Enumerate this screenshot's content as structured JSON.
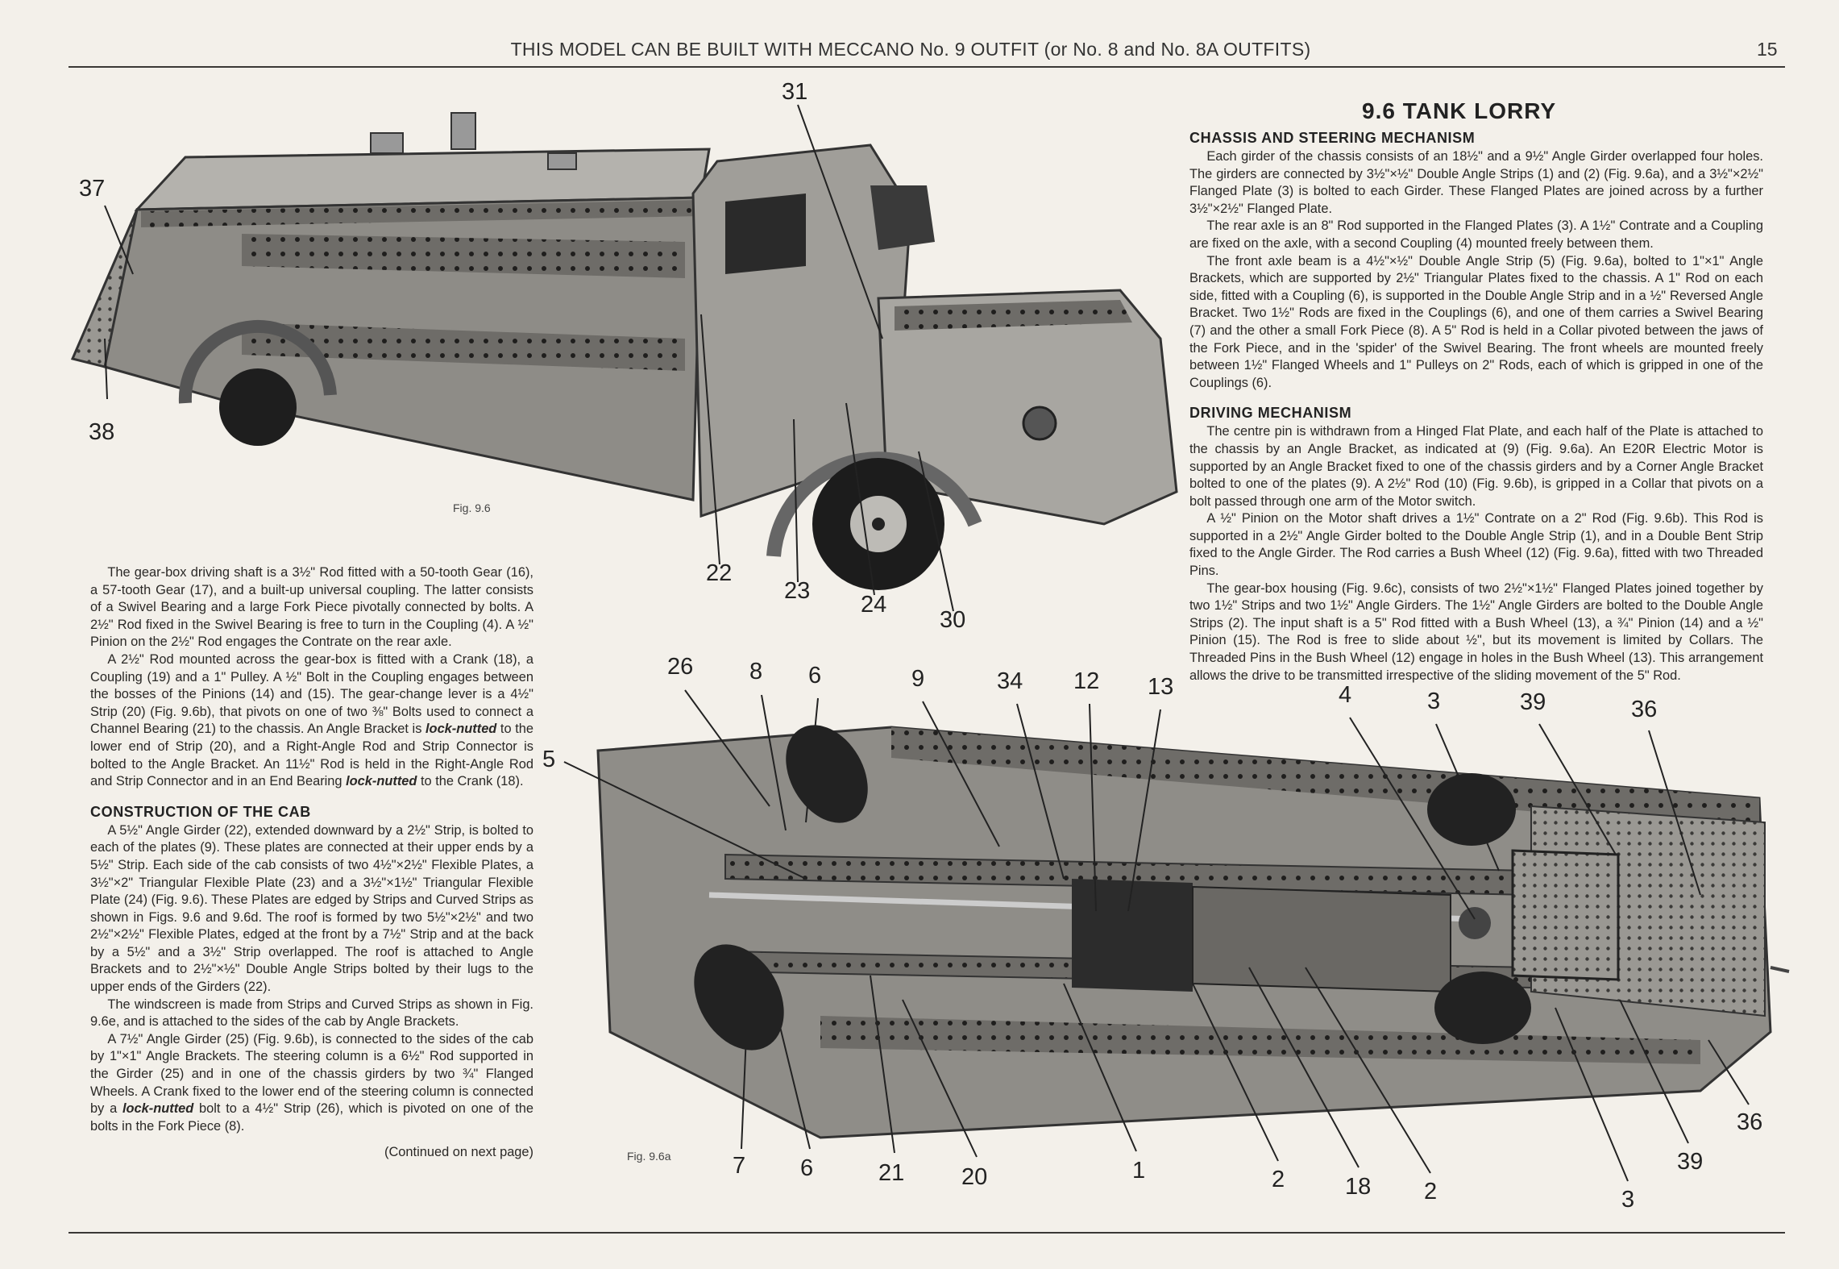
{
  "header": {
    "text": "THIS MODEL CAN BE BUILT WITH MECCANO No. 9 OUTFIT (or No. 8 and No. 8A OUTFITS)",
    "page_number": "15"
  },
  "title": "9.6  TANK LORRY",
  "right": {
    "h1": "CHASSIS AND STEERING MECHANISM",
    "p1": "Each girder of the chassis consists of an 18½\" and a 9½\" Angle Girder overlapped four holes. The girders are connected by 3½\"×½\" Double Angle Strips (1) and (2) (Fig. 9.6a), and a 3½\"×2½\" Flanged Plate (3) is bolted to each Girder. These Flanged Plates are joined across by a further 3½\"×2½\" Flanged Plate.",
    "p2": "The rear axle is an 8\" Rod supported in the Flanged Plates (3). A 1½\" Contrate and a Coupling are fixed on the axle, with a second Coupling (4) mounted freely between them.",
    "p3": "The front axle beam is a 4½\"×½\" Double Angle Strip (5) (Fig. 9.6a), bolted to 1\"×1\" Angle Brackets, which are supported by 2½\" Triangular Plates fixed to the chassis. A 1\" Rod on each side, fitted with a Coupling (6), is supported in the Double Angle Strip and in a ½\" Reversed Angle Bracket. Two 1½\" Rods are fixed in the Couplings (6), and one of them carries a Swivel Bearing (7) and the other a small Fork Piece (8). A 5\" Rod is held in a Collar pivoted between the jaws of the Fork Piece, and in the 'spider' of the Swivel Bearing. The front wheels are mounted freely between 1½\" Flanged Wheels and 1\" Pulleys on 2\" Rods, each of which is gripped in one of the Couplings (6).",
    "h2": "DRIVING MECHANISM",
    "p4": "The centre pin is withdrawn from a Hinged Flat Plate, and each half of the Plate is attached to the chassis by an Angle Bracket, as indicated at (9) (Fig. 9.6a). An E20R Electric Motor is supported by an Angle Bracket fixed to one of the chassis girders and by a Corner Angle Bracket bolted to one of the plates (9). A 2½\" Rod (10) (Fig. 9.6b), is gripped in a Collar that pivots on a bolt passed through one arm of the Motor switch.",
    "p5": "A ½\" Pinion on the Motor shaft drives a 1½\" Contrate on a 2\" Rod (Fig. 9.6b). This Rod is supported in a 2½\" Angle Girder bolted to the Double Angle Strip (1), and in a Double Bent Strip fixed to the Angle Girder. The Rod carries a Bush Wheel (12) (Fig. 9.6a), fitted with two Threaded Pins.",
    "p6": "The gear-box housing (Fig. 9.6c), consists of two 2½\"×1½\" Flanged Plates joined together by two 1½\" Strips and two 1½\" Angle Girders. The 1½\" Angle Girders are bolted to the Double Angle Strips (2). The input shaft is a 5\" Rod fitted with a Bush Wheel (13), a ¾\" Pinion (14) and a ½\" Pinion (15). The Rod is free to slide about ½\", but its movement is limited by Collars. The Threaded Pins in the Bush Wheel (12) engage in holes in the Bush Wheel (13). This arrangement allows the drive to be transmitted irrespective of the sliding movement of the 5\" Rod."
  },
  "left": {
    "p1": "The gear-box driving shaft is a 3½\" Rod fitted with a 50-tooth Gear (16), a 57-tooth Gear (17), and a built-up universal coupling. The latter consists of a Swivel Bearing and a large Fork Piece pivotally connected by bolts. A 2½\" Rod fixed in the Swivel Bearing is free to turn in the Coupling (4). A ½\" Pinion on the 2½\" Rod engages the Contrate on the rear axle.",
    "p2a": "A 2½\" Rod mounted across the gear-box is fitted with a Crank (18), a Coupling (19) and a 1\" Pulley. A ½\" Bolt in the Coupling engages between the bosses of the Pinions (14) and (15). The gear-change lever is a 4½\" Strip (20) (Fig. 9.6b), that pivots on one of two ⅜\" Bolts used to connect a Channel Bearing (21) to the chassis. An Angle Bracket is ",
    "p2b": "lock-nutted",
    "p2c": " to the lower end of Strip (20), and a Right-Angle Rod and Strip Connector is bolted to the Angle Bracket. An 11½\" Rod is held in the Right-Angle Rod and Strip Connector and in an End Bearing ",
    "p2d": "lock-nutted",
    "p2e": " to the Crank (18).",
    "h1": "CONSTRUCTION OF THE CAB",
    "p3": "A 5½\" Angle Girder (22), extended downward by a 2½\" Strip, is bolted to each of the plates (9). These plates are connected at their upper ends by a 5½\" Strip. Each side of the cab consists of two 4½\"×2½\" Flexible Plates, a 3½\"×2\" Triangular Flexible Plate (23) and a 3½\"×1½\" Triangular Flexible Plate (24) (Fig. 9.6). These Plates are edged by Strips and Curved Strips as shown in Figs. 9.6 and 9.6d. The roof is formed by two 5½\"×2½\" and two 2½\"×2½\" Flexible Plates, edged at the front by a 7½\" Strip and at the back by a 5½\" and a 3½\" Strip overlapped. The roof is attached to Angle Brackets and to 2½\"×½\" Double Angle Strips bolted by their lugs to the upper ends of the Girders (22).",
    "p4": "The windscreen is made from Strips and Curved Strips as shown in Fig. 9.6e, and is attached to the sides of the cab by Angle Brackets.",
    "p5a": "A 7½\" Angle Girder (25) (Fig. 9.6b), is connected to the sides of the cab by 1\"×1\" Angle Brackets. The steering column is a 6½\" Rod supported in the Girder (25) and in one of the chassis girders by two ¾\" Flanged Wheels. A Crank fixed to the lower end of the steering column is connected by a ",
    "p5b": "lock-nutted",
    "p5c": " bolt to a 4½\" Strip (26), which is pivoted on one of the bolts in the Fork Piece (8).",
    "continued": "(Continued on next page)"
  },
  "fig1": {
    "caption": "Fig. 9.6",
    "callouts": [
      "31",
      "37",
      "38",
      "22",
      "23",
      "24",
      "30"
    ]
  },
  "fig2": {
    "caption": "Fig. 9.6a",
    "callouts": [
      "26",
      "8",
      "6",
      "9",
      "34",
      "12",
      "13",
      "4",
      "3",
      "39",
      "36",
      "5",
      "7",
      "6",
      "21",
      "20",
      "1",
      "2",
      "18",
      "2",
      "3",
      "39",
      "36"
    ]
  }
}
